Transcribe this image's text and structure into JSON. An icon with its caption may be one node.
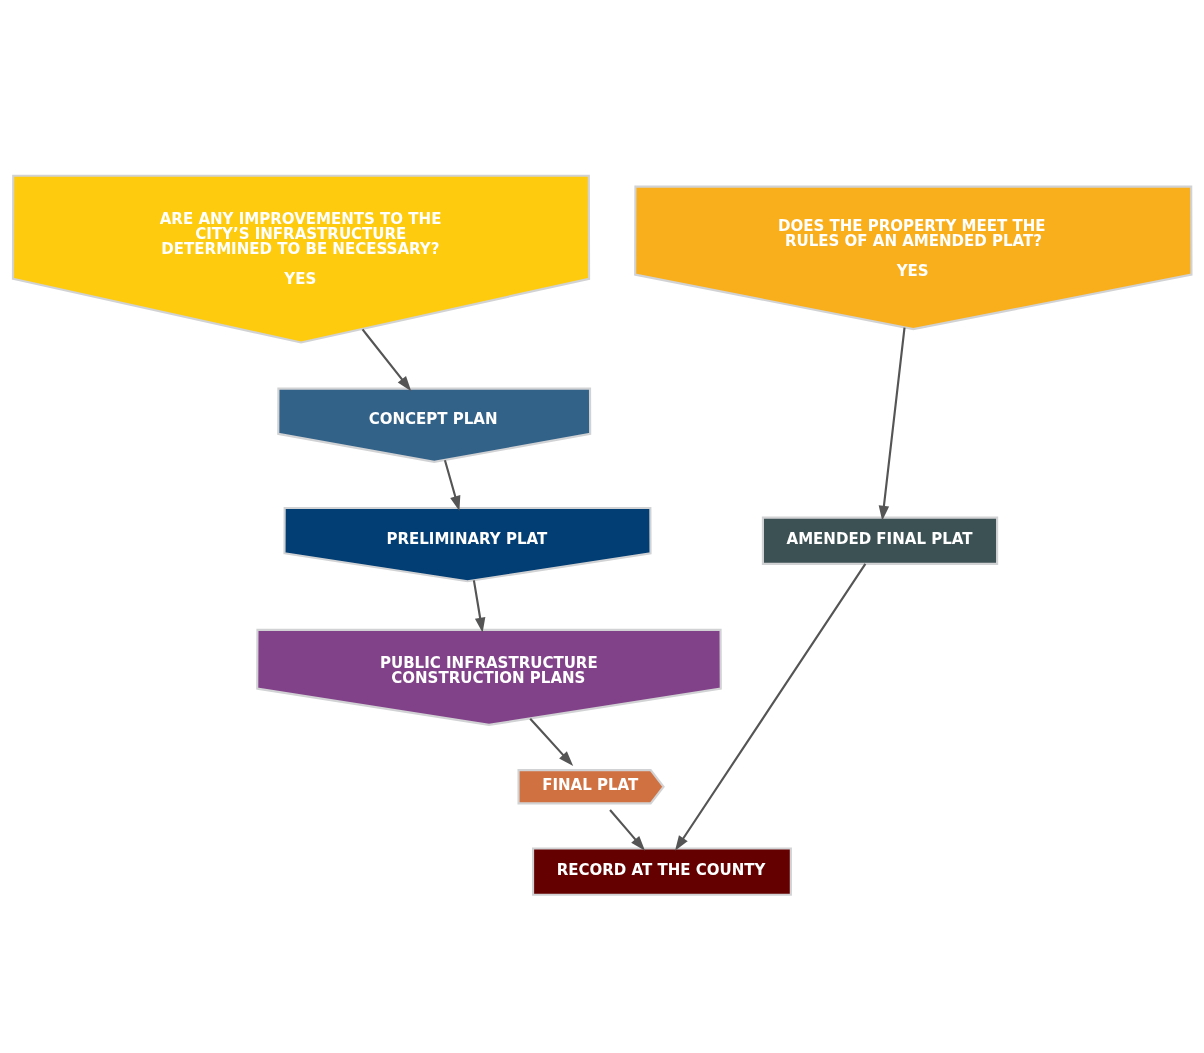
{
  "diagram": {
    "nodes": [
      {
        "text": [
          "ARE ANY IMPROVEMENTS TO THE CITY’S INFRASTRUCTURE DETERMINED TO BE NECESSARY?",
          "YES"
        ]
      },
      {
        "text": [
          "CONCEPT PLAN"
        ]
      },
      {
        "text": [
          "PRELIMINARY PLAT"
        ]
      },
      {
        "text": [
          "PUBLIC INFRASTRUCTURE CONSTRUCTION PLANS"
        ]
      },
      {
        "text": [
          "FINAL PLAT"
        ]
      },
      {
        "text": [
          "RECORD AT THE COUNTY"
        ]
      },
      {
        "text": [
          "DOES THE PROPERTY MEET THE RULES OF AN AMENDED PLAT?",
          "YES"
        ]
      },
      {
        "text": [
          "AMENDED FINAL PLAT"
        ]
      }
    ],
    "edges": [
      {
        "from": 0,
        "to": 1,
        "arrow": "to"
      },
      {
        "from": 1,
        "to": 2,
        "arrow": "to"
      },
      {
        "from": 2,
        "to": 3,
        "arrow": "to"
      },
      {
        "from": 3,
        "to": 4,
        "arrow": "to"
      },
      {
        "from": 4,
        "to": 5,
        "arrow": "to"
      },
      {
        "from": 6,
        "to": 7,
        "arrow": "to"
      },
      {
        "from": 7,
        "to": 5,
        "arrow": "to"
      }
    ]
  }
}
